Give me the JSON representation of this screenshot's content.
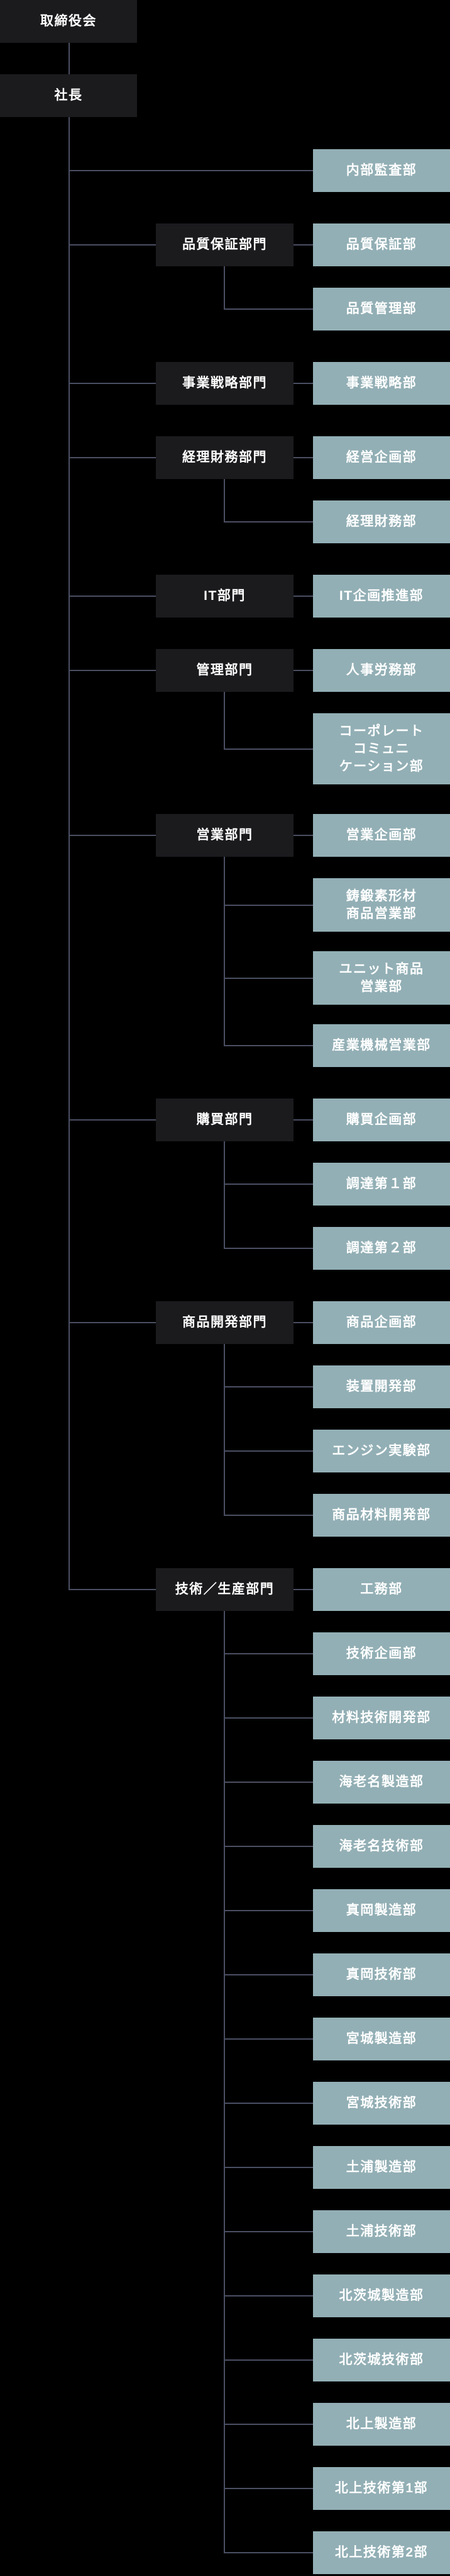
{
  "chart": {
    "title": "organization-chart",
    "root": {
      "label": "取締役会"
    },
    "president": {
      "label": "社長"
    },
    "groups": [
      {
        "division": null,
        "departments": [
          {
            "label": "内部監査部"
          }
        ]
      },
      {
        "division": {
          "label": "品質保証部門"
        },
        "departments": [
          {
            "label": "品質保証部"
          },
          {
            "label": "品質管理部"
          }
        ]
      },
      {
        "division": {
          "label": "事業戦略部門"
        },
        "departments": [
          {
            "label": "事業戦略部"
          }
        ]
      },
      {
        "division": {
          "label": "経理財務部門"
        },
        "departments": [
          {
            "label": "経営企画部"
          },
          {
            "label": "経理財務部"
          }
        ]
      },
      {
        "division": {
          "label": "IT部門"
        },
        "departments": [
          {
            "label": "IT企画推進部"
          }
        ]
      },
      {
        "division": {
          "label": "管理部門"
        },
        "departments": [
          {
            "label": "人事労務部"
          },
          {
            "label": "コーポレート\nコミュニ\nケーション部"
          }
        ]
      },
      {
        "division": {
          "label": "営業部門"
        },
        "departments": [
          {
            "label": "営業企画部"
          },
          {
            "label": "鋳鍛素形材\n商品営業部"
          },
          {
            "label": "ユニット商品\n営業部"
          },
          {
            "label": "産業機械営業部"
          }
        ]
      },
      {
        "division": {
          "label": "購買部門"
        },
        "departments": [
          {
            "label": "購買企画部"
          },
          {
            "label": "調達第１部"
          },
          {
            "label": "調達第２部"
          }
        ]
      },
      {
        "division": {
          "label": "商品開発部門"
        },
        "departments": [
          {
            "label": "商品企画部"
          },
          {
            "label": "装置開発部"
          },
          {
            "label": "エンジン実験部"
          },
          {
            "label": "商品材料開発部"
          }
        ]
      },
      {
        "division": {
          "label": "技術／生産部門"
        },
        "departments": [
          {
            "label": "工務部"
          },
          {
            "label": "技術企画部"
          },
          {
            "label": "材料技術開発部"
          },
          {
            "label": "海老名製造部"
          },
          {
            "label": "海老名技術部"
          },
          {
            "label": "真岡製造部"
          },
          {
            "label": "真岡技術部"
          },
          {
            "label": "宮城製造部"
          },
          {
            "label": "宮城技術部"
          },
          {
            "label": "土浦製造部"
          },
          {
            "label": "土浦技術部"
          },
          {
            "label": "北茨城製造部"
          },
          {
            "label": "北茨城技術部"
          },
          {
            "label": "北上製造部"
          },
          {
            "label": "北上技術第1部"
          },
          {
            "label": "北上技術第2部"
          }
        ]
      }
    ],
    "colors": {
      "background": "#000000",
      "division_fill": "#1b1b1e",
      "department_fill": "#92afb5",
      "connector": "#4b4f63",
      "text": "#ffffff"
    }
  }
}
